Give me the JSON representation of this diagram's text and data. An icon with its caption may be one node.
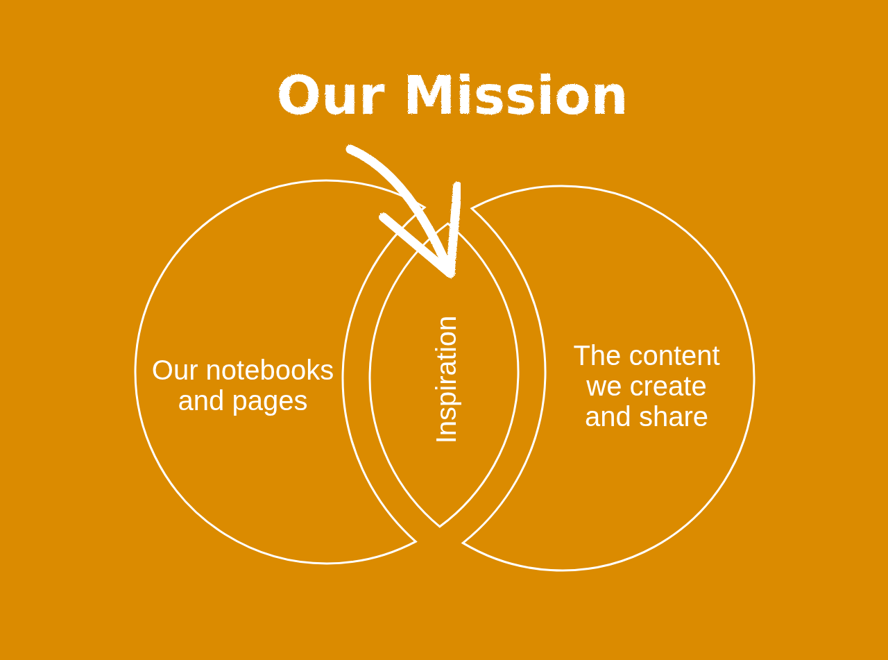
{
  "diagram": {
    "title": "Our Mission",
    "nodes": [
      {
        "text": [
          "Our notebooks and pages"
        ]
      },
      {
        "text": [
          "Inspiration"
        ]
      },
      {
        "text": [
          "The content we create and share"
        ]
      }
    ],
    "edges": [
      {
        "from": null,
        "to": 1,
        "arrow": "to"
      }
    ]
  }
}
